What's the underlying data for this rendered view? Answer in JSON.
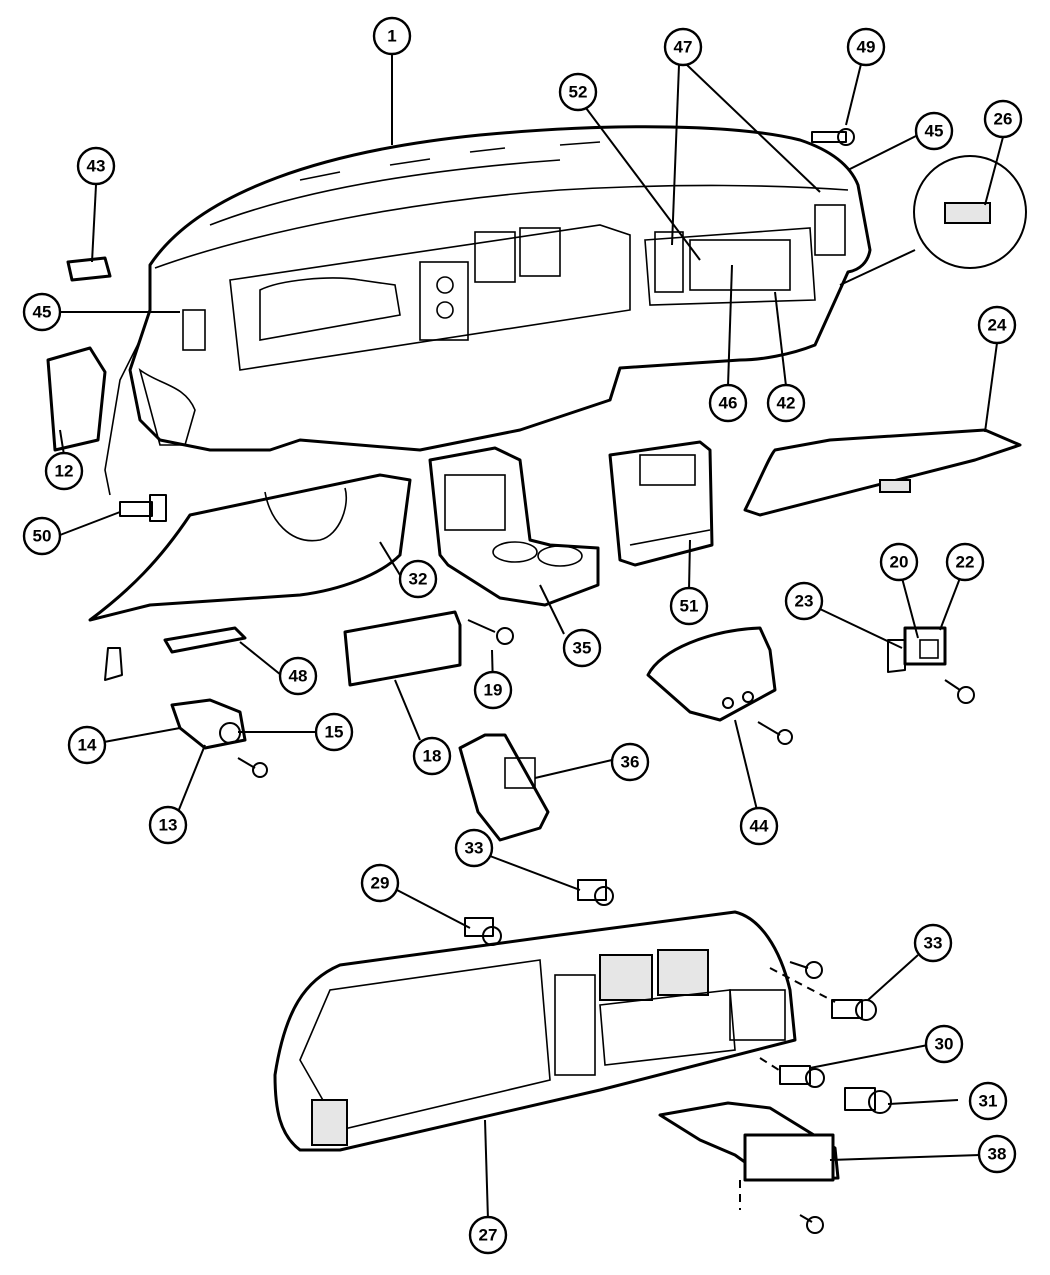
{
  "callouts": [
    {
      "id": "c1",
      "label": "1"
    },
    {
      "id": "c47",
      "label": "47"
    },
    {
      "id": "c49",
      "label": "49"
    },
    {
      "id": "c52",
      "label": "52"
    },
    {
      "id": "c45a",
      "label": "45"
    },
    {
      "id": "c26",
      "label": "26"
    },
    {
      "id": "c43",
      "label": "43"
    },
    {
      "id": "c45b",
      "label": "45"
    },
    {
      "id": "c24",
      "label": "24"
    },
    {
      "id": "c46",
      "label": "46"
    },
    {
      "id": "c42",
      "label": "42"
    },
    {
      "id": "c12",
      "label": "12"
    },
    {
      "id": "c50",
      "label": "50"
    },
    {
      "id": "c32",
      "label": "32"
    },
    {
      "id": "c35",
      "label": "35"
    },
    {
      "id": "c51",
      "label": "51"
    },
    {
      "id": "c20",
      "label": "20"
    },
    {
      "id": "c22",
      "label": "22"
    },
    {
      "id": "c23",
      "label": "23"
    },
    {
      "id": "c48",
      "label": "48"
    },
    {
      "id": "c19",
      "label": "19"
    },
    {
      "id": "c14",
      "label": "14"
    },
    {
      "id": "c15",
      "label": "15"
    },
    {
      "id": "c18",
      "label": "18"
    },
    {
      "id": "c36",
      "label": "36"
    },
    {
      "id": "c13",
      "label": "13"
    },
    {
      "id": "c44",
      "label": "44"
    },
    {
      "id": "c33a",
      "label": "33"
    },
    {
      "id": "c29",
      "label": "29"
    },
    {
      "id": "c33b",
      "label": "33"
    },
    {
      "id": "c30",
      "label": "30"
    },
    {
      "id": "c31",
      "label": "31"
    },
    {
      "id": "c38",
      "label": "38"
    },
    {
      "id": "c27",
      "label": "27"
    }
  ]
}
